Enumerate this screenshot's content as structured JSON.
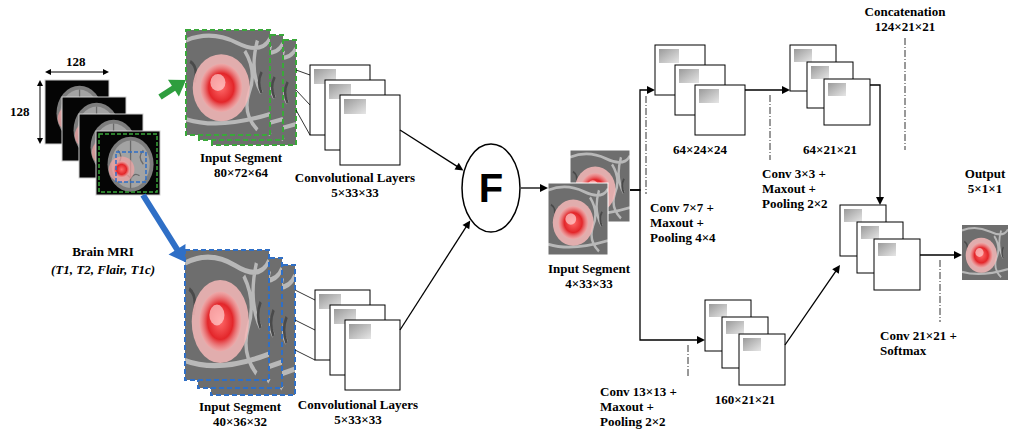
{
  "diagram": {
    "nodes": [
      {
        "text": [
          "Brain MRI",
          "(T1, T2, Flair, T1c)"
        ]
      },
      {
        "text": [
          "Input Segment 80×72×64"
        ]
      },
      {
        "text": [
          "Input Segment 40×36×32"
        ]
      },
      {
        "text": [
          "Convolutional Layers 5×33×33"
        ]
      },
      {
        "text": [
          "Convolutional Layers 5×33×33"
        ]
      },
      {
        "text": [
          "F"
        ]
      },
      {
        "text": [
          "Input Segment 4×33×33"
        ]
      },
      {
        "text": [
          "64×24×24"
        ]
      },
      {
        "text": [
          "64×21×21"
        ]
      },
      {
        "text": [
          "160×21×21"
        ]
      },
      {
        "text": [
          "Concatenation 124×21×21"
        ]
      },
      {
        "text": [
          "Output 5×1×1"
        ]
      }
    ],
    "edges": [
      {
        "from": 0,
        "to": 1,
        "arrow": "to"
      },
      {
        "from": 0,
        "to": 2,
        "arrow": "to"
      },
      {
        "from": 1,
        "to": 3,
        "arrow": "none"
      },
      {
        "from": 2,
        "to": 4,
        "arrow": "none"
      },
      {
        "from": 3,
        "to": 5,
        "arrow": "to"
      },
      {
        "from": 4,
        "to": 5,
        "arrow": "to"
      },
      {
        "from": 5,
        "to": 6,
        "arrow": "to"
      },
      {
        "from": 6,
        "to": 7,
        "arrow": "to",
        "label": "Conv 7×7 + Maxout + Pooling 4×4"
      },
      {
        "from": 6,
        "to": 9,
        "arrow": "to",
        "label": "Conv 13×13 + Maxout + Pooling 2×2"
      },
      {
        "from": 7,
        "to": 8,
        "arrow": "to",
        "label": "Conv 3×3 + Maxout + Pooling 2×2"
      },
      {
        "from": 8,
        "to": 10,
        "arrow": "to"
      },
      {
        "from": 9,
        "to": 10,
        "arrow": "to"
      },
      {
        "from": 10,
        "to": 11,
        "arrow": "to",
        "label": "Conv 21×21 + Softmax"
      }
    ],
    "labels": [
      "128",
      "128"
    ]
  }
}
